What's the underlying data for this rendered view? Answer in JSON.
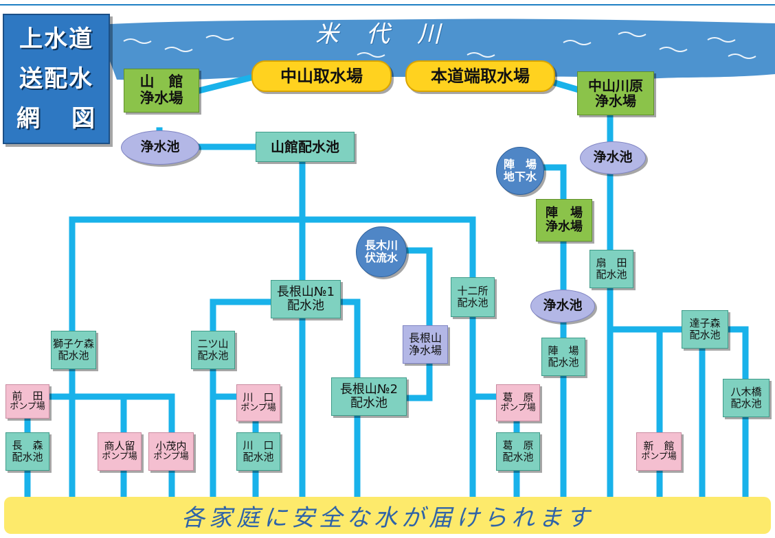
{
  "title": {
    "line1": "上水道",
    "line2": "送配水",
    "line3_a": "網",
    "line3_b": "図"
  },
  "river": {
    "name": "米代川"
  },
  "intakes": {
    "nakayama": "中山取水場",
    "hondoubata": "本道端取水場"
  },
  "plants": {
    "yamadate": {
      "l1": "山　館",
      "l2": "浄水場"
    },
    "nakayamagawara": {
      "l1": "中山川原",
      "l2": "浄水場"
    },
    "jinba": {
      "l1": "陣　場",
      "l2": "浄水場"
    },
    "naganeyama": {
      "l1": "長根山",
      "l2": "浄水場"
    }
  },
  "clear_tanks": {
    "left": "浄水池",
    "right": "浄水池",
    "jinba": "浄水池"
  },
  "sources": {
    "jinba_ground": {
      "l1": "陣　場",
      "l2": "地下水"
    },
    "nagakigawa": {
      "l1": "長木川",
      "l2": "伏流水"
    }
  },
  "reservoirs": {
    "yamadate": "山館配水池",
    "naganeyama1": {
      "l1": "長根山№1",
      "l2": "配水池"
    },
    "naganeyama2": {
      "l1": "長根山№2",
      "l2": "配水池"
    },
    "juunisho": {
      "l1": "十二所",
      "l2": "配水池"
    },
    "shishigamori": {
      "l1": "獅子ケ森",
      "l2": "配水池"
    },
    "futatsuyama": {
      "l1": "二ツ山",
      "l2": "配水池"
    },
    "kawaguchi": {
      "l1": "川　口",
      "l2": "配水池"
    },
    "nagamori": {
      "l1": "長　森",
      "l2": "配水池"
    },
    "ougita": {
      "l1": "扇　田",
      "l2": "配水池"
    },
    "jinba": {
      "l1": "陣　場",
      "l2": "配水池"
    },
    "tatsugomori": {
      "l1": "達子森",
      "l2": "配水池"
    },
    "yagibashi": {
      "l1": "八木橋",
      "l2": "配水池"
    },
    "kuzuhara": {
      "l1": "葛　原",
      "l2": "配水池"
    }
  },
  "pumps": {
    "maeda": {
      "l1": "前　田",
      "l2": "ポンプ場"
    },
    "shoninryu": {
      "l1": "商人留",
      "l2": "ポンプ場"
    },
    "komonai": {
      "l1": "小茂内",
      "l2": "ポンプ場"
    },
    "kawaguchi": {
      "l1": "川　口",
      "l2": "ポンプ場"
    },
    "kuzuhara": {
      "l1": "葛　原",
      "l2": "ポンプ場"
    },
    "shindate": {
      "l1": "新　館",
      "l2": "ポンプ場"
    }
  },
  "footer": "各家庭に安全な水が届けられます",
  "colors": {
    "pipe": "#19b2ea",
    "river": "#4d93cf",
    "title_bg": "#2e78c2",
    "plant": "#8bc34a",
    "reservoir": "#7fd1c0",
    "pump": "#f4bfd0",
    "tank": "#b3b7e6",
    "source": "#4f86c6",
    "intake": "#ffd21f",
    "footer_bg": "#fdea6b",
    "footer_text": "#2e63a8"
  }
}
